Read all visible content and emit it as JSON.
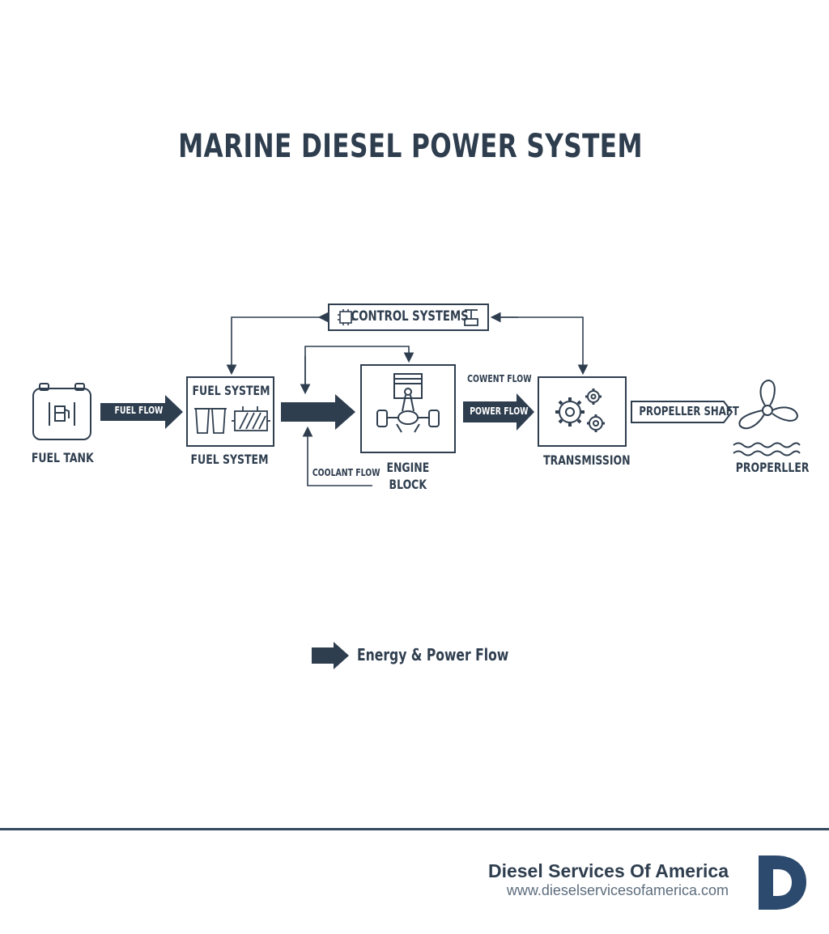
{
  "title": "MARINE DIESEL POWER SYSTEM",
  "nodes": {
    "fuel_tank": "FUEL TANK",
    "fuel_system_inner": "FUEL SYSTEM",
    "fuel_system": "FUEL SYSTEM",
    "engine_block_line1": "ENGINE",
    "engine_block_line2": "BLOCK",
    "transmission": "TRANSMISSION",
    "propeller": "PROPERLLER",
    "control_systems": "CONTROL SYSTEMS"
  },
  "flows": {
    "fuel_flow": "FUEL FLOW",
    "coolant_flow": "COOLANT FLOW",
    "cowent_flow": "COWENT FLOW",
    "power_flow": "POWER FLOW",
    "propeller_shaft": "PROPELLER SHAFT"
  },
  "legend": {
    "energy_flow": "Energy & Power Flow"
  },
  "footer": {
    "company": "Diesel Services Of America",
    "url": "www.dieselservicesofamerica.com",
    "logo_letter": "D"
  },
  "colors": {
    "primary": "#2f3e4f",
    "logo": "#2c4a6e"
  }
}
